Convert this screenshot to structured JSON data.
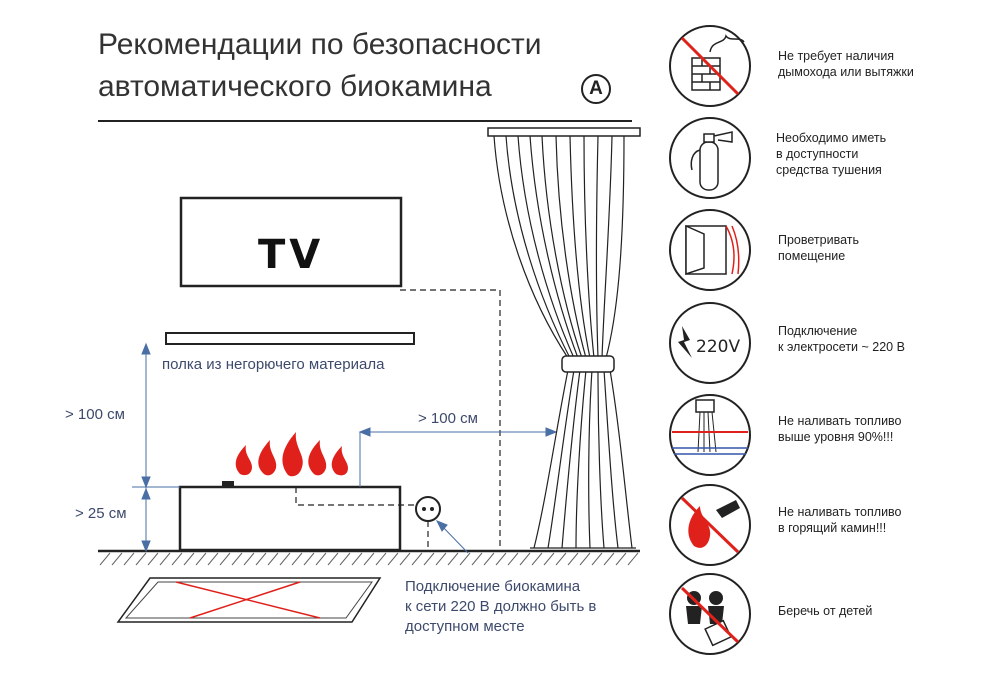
{
  "title": {
    "line1": "Рекомендации по безопасности",
    "line2": "автоматического биокамина",
    "badge": "A"
  },
  "diagram": {
    "tv_label": "TV",
    "shelf_label": "полка из негорючего материала",
    "height_above_label": "> 100 см",
    "height_below_label": "> 25 см",
    "curtain_distance_label": "> 100 см",
    "note_lines": [
      "Подключение биокамина",
      "к сети 220 В должно быть в",
      "доступном месте"
    ]
  },
  "rules": [
    {
      "icon": "no-chimney-icon",
      "lines": [
        "Не требует наличия",
        "дымохода или вытяжки"
      ]
    },
    {
      "icon": "fire-extinguisher-icon",
      "lines": [
        "Необходимо иметь",
        "в доступности",
        "средства тушения"
      ]
    },
    {
      "icon": "ventilation-window-icon",
      "lines": [
        "Проветривать",
        "помещение"
      ]
    },
    {
      "icon": "electricity-220v-icon",
      "icon_text": "220V",
      "lines": [
        "Подключение",
        "к электросети ~ 220 В"
      ]
    },
    {
      "icon": "fuel-level-icon",
      "lines": [
        "Не наливать топливо",
        "выше уровня 90%!!!"
      ]
    },
    {
      "icon": "no-refuel-burning-icon",
      "lines": [
        "Не наливать топливо",
        "в горящий камин!!!"
      ]
    },
    {
      "icon": "keep-from-children-icon",
      "lines": [
        "Беречь от детей"
      ]
    }
  ],
  "colors": {
    "line": "#222222",
    "accent_red": "#e0211b",
    "dim_blue": "#4a6fa5",
    "label_text": "#3d4a6b"
  }
}
